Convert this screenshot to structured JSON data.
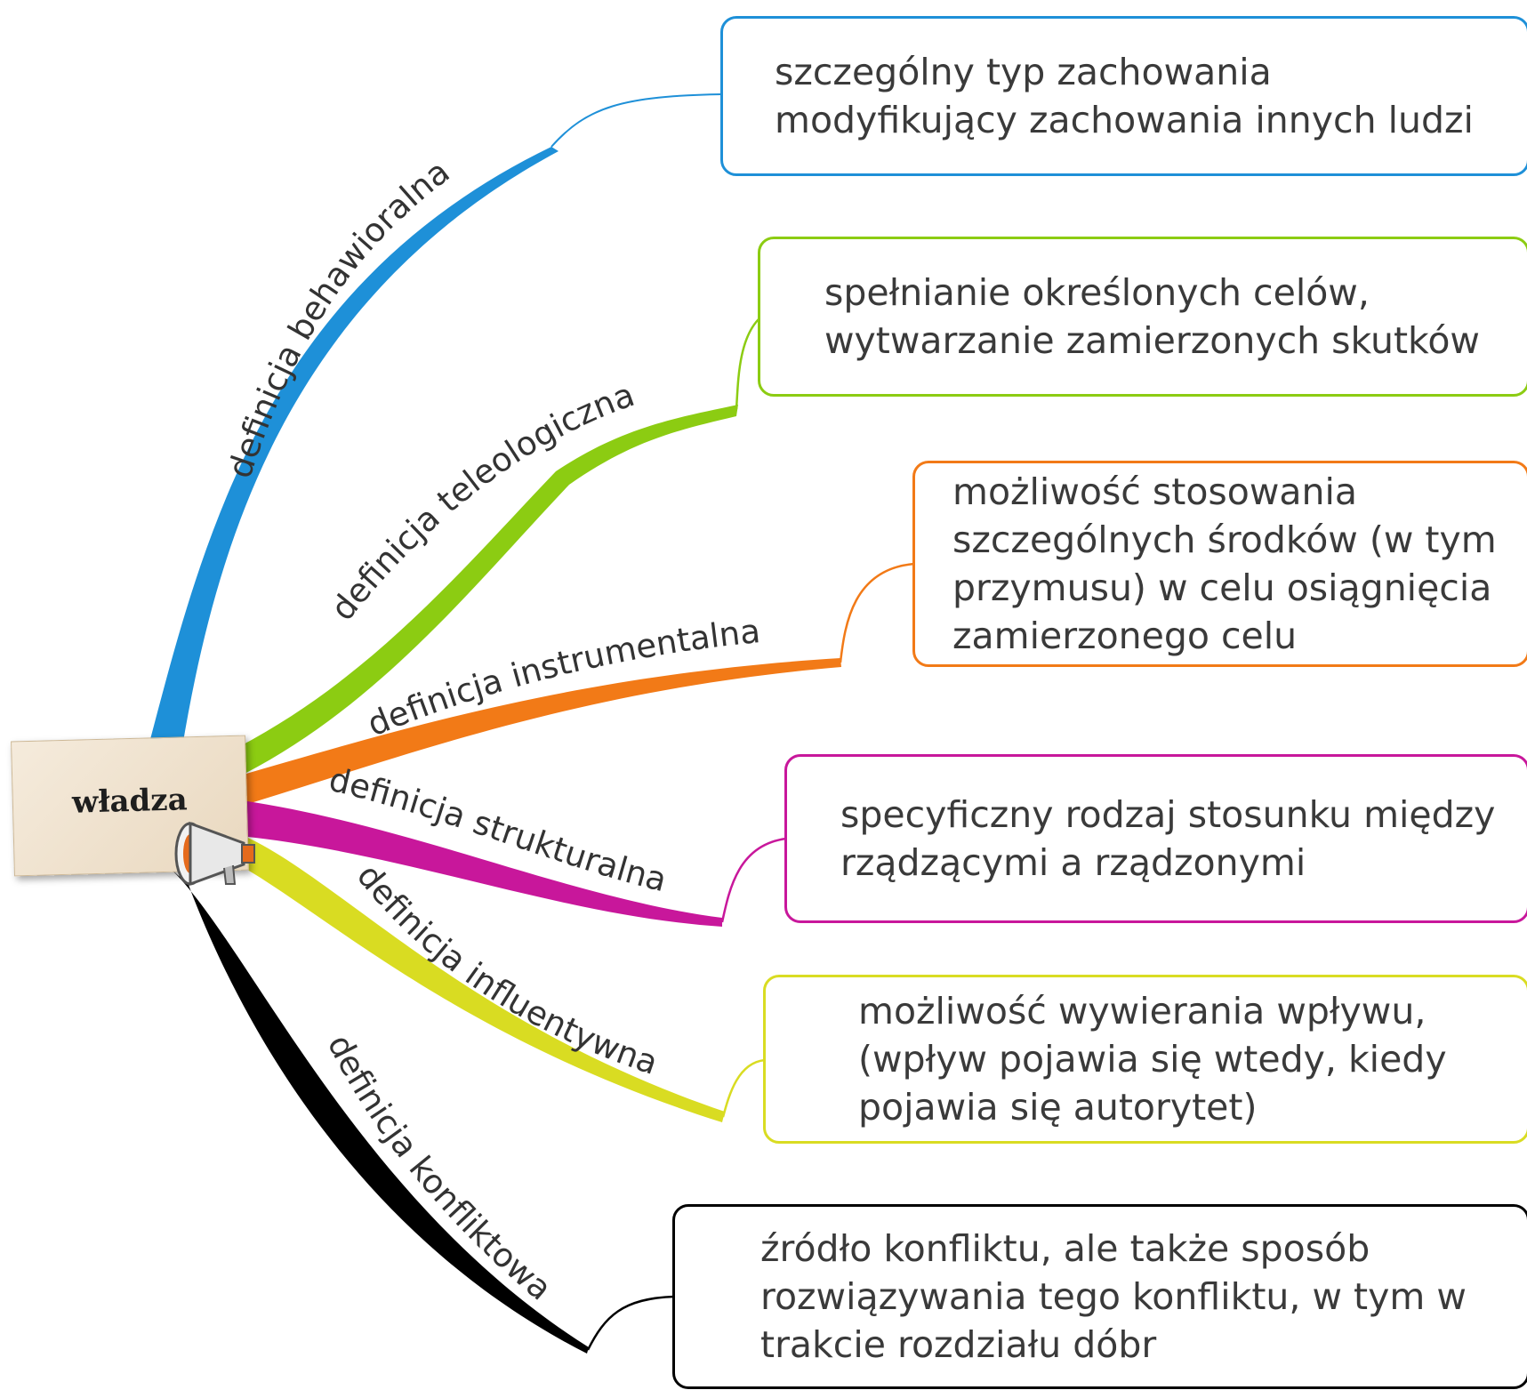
{
  "central": {
    "label": "władza"
  },
  "branches": [
    {
      "label": "definicja behawioralna",
      "color": "#1e90d8",
      "lines": [
        "szczególny typ zachowania",
        "modyfikujący zachowania innych ludzi"
      ]
    },
    {
      "label": "definicja teleologiczna",
      "color": "#8ccc12",
      "lines": [
        "spełnianie określonych celów,",
        "wytwarzanie zamierzonych skutków"
      ]
    },
    {
      "label": "definicja instrumentalna",
      "color": "#f27a17",
      "lines": [
        "możliwość stosowania",
        "szczególnych środków (w tym",
        "przymusu) w celu osiągnięcia",
        "zamierzonego celu"
      ]
    },
    {
      "label": "definicja strukturalna",
      "color": "#c8179b",
      "lines": [
        "specyficzny rodzaj stosunku między",
        "rządzącymi a rządzonymi"
      ]
    },
    {
      "label": "definicja influentywna",
      "color": "#d9dc22",
      "lines": [
        "możliwość wywierania wpływu,",
        "(wpływ pojawia się wtedy, kiedy",
        "pojawia się autorytet)"
      ]
    },
    {
      "label": "definicja konfliktowa",
      "color": "#000000",
      "lines": [
        "źródło konfliktu, ale także sposób",
        "rozwiązywania tego konfliktu, w tym w",
        "trakcie rozdziału dóbr"
      ]
    }
  ]
}
